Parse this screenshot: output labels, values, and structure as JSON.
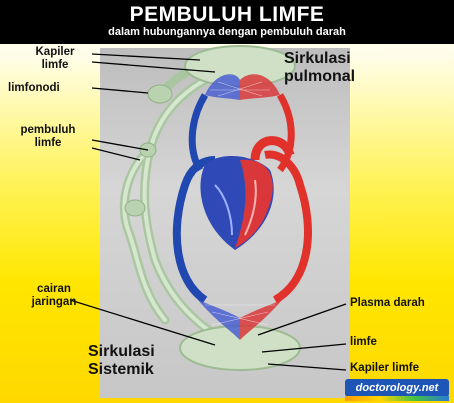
{
  "header": {
    "title": "PEMBULUH LIMFE",
    "subtitle": "dalam hubungannya dengan pembuluh darah"
  },
  "labels": {
    "kapiler_limfe_top": "Kapiler\nlimfe",
    "limfonodi": "limfonodi",
    "pembuluh_limfe": "pembuluh\nlimfe",
    "sirkulasi_pulmonal": "Sirkulasi\npulmonal",
    "cairan_jaringan": "cairan\njaringan",
    "sirkulasi_sistemik": "Sirkulasi\nSistemik",
    "plasma_darah": "Plasma darah",
    "limfe": "limfe",
    "kapiler_limfe_bottom": "Kapiler limfe"
  },
  "watermark": {
    "text": "doctorology.net"
  },
  "colors": {
    "artery_red": "#e0312b",
    "vein_blue": "#2147b0",
    "lymph_green": "#b9d3b0",
    "background_yellow": "#ffe600"
  }
}
